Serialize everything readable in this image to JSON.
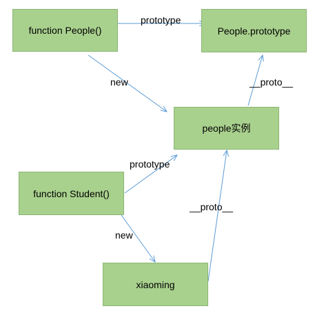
{
  "colors": {
    "node_fill": "#a9d18e",
    "node_border": "#8ab573",
    "arrow": "#5b9bd5"
  },
  "nodes": {
    "people_fn": {
      "label": "function People()"
    },
    "people_proto": {
      "label": "People.prototype"
    },
    "people_instance": {
      "label": "people实例"
    },
    "student_fn": {
      "label": "function Student()"
    },
    "xiaoming": {
      "label": "xiaoming"
    }
  },
  "edges": {
    "people_prototype": {
      "label": "prototype"
    },
    "people_new": {
      "label": "new"
    },
    "instance_proto": {
      "label": "__proto__"
    },
    "student_prototype": {
      "label": "prototype"
    },
    "student_new": {
      "label": "new"
    },
    "xiaoming_proto": {
      "label": "__proto__"
    }
  }
}
